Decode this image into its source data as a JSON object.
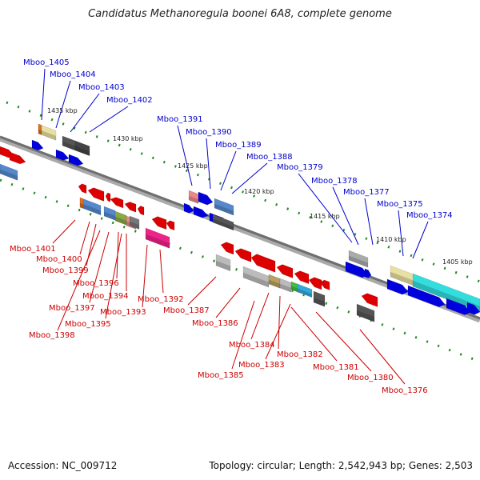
{
  "title": "Candidatus Methanoregula boonei 6A8, complete genome",
  "footer": {
    "accession": "Accession: NC_009712",
    "topology": "Topology: circular; Length: 2,542,943 bp; Genes: 2,503"
  },
  "colors": {
    "forward_label": "#0000cc",
    "reverse_label": "#cc0000",
    "backbone": "#777777",
    "tick": "#228822"
  },
  "kbp_labels": [
    "1435 kbp",
    "1430 kbp",
    "1425 kbp",
    "1420 kbp",
    "1415 kbp",
    "1410 kbp",
    "1405 kbp"
  ],
  "forward_labels": [
    "Mboo_1405",
    "Mboo_1404",
    "Mboo_1403",
    "Mboo_1402",
    "Mboo_1391",
    "Mboo_1390",
    "Mboo_1389",
    "Mboo_1388",
    "Mboo_1379",
    "Mboo_1378",
    "Mboo_1377",
    "Mboo_1375",
    "Mboo_1374"
  ],
  "reverse_labels": [
    "Mboo_1401",
    "Mboo_1400",
    "Mboo_1399",
    "Mboo_1396",
    "Mboo_1394",
    "Mboo_1397",
    "Mboo_1393",
    "Mboo_1395",
    "Mboo_1398",
    "Mboo_1392",
    "Mboo_1387",
    "Mboo_1386",
    "Mboo_1384",
    "Mboo_1382",
    "Mboo_1383",
    "Mboo_1381",
    "Mboo_1385",
    "Mboo_1380",
    "Mboo_1376"
  ]
}
